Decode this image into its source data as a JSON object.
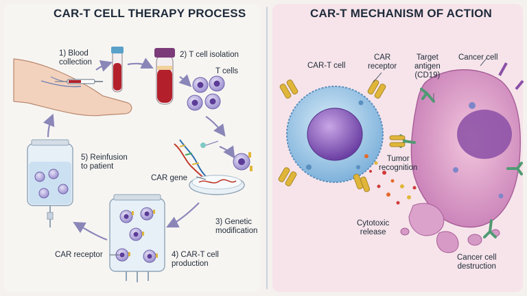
{
  "left": {
    "title": "CAR-T CELL THERAPY PROCESS",
    "steps": {
      "blood_collection": [
        "1) Blood",
        "collection"
      ],
      "t_cell_isolation": "2) T cell isolation",
      "t_cells": "T cells",
      "car_gene": "CAR gene",
      "genetic_modification": [
        "3) Genetic",
        "modification"
      ],
      "car_t_production": [
        "4) CAR-T cell",
        "production"
      ],
      "reinfusion": [
        "5) Reinfusion",
        "to patient"
      ],
      "car_receptor": "CAR receptor"
    }
  },
  "right": {
    "title": "CAR-T MECHANISM OF ACTION",
    "labels": {
      "car_t_cell": "CAR-T cell",
      "car_receptor": [
        "CAR",
        "receptor"
      ],
      "target_antigen": [
        "Target",
        "antigen",
        "(CD19)"
      ],
      "cancer_cell": "Cancer cell",
      "tumor_recognition": [
        "Tumor",
        "recognition"
      ],
      "cytotoxic_release": [
        "Cytotoxic",
        "release"
      ],
      "cancer_cell_destruction": [
        "Cancer cell",
        "destruction"
      ]
    }
  },
  "colors": {
    "car_receptor": "#e0b63a",
    "t_cell": "#9ec6e6",
    "nucleus": "#8a5cc0",
    "cancer_cell": "#d99ac8",
    "antigen": "#4f9a72",
    "blood": "#b3202c",
    "arrow": "#8a86b8"
  }
}
